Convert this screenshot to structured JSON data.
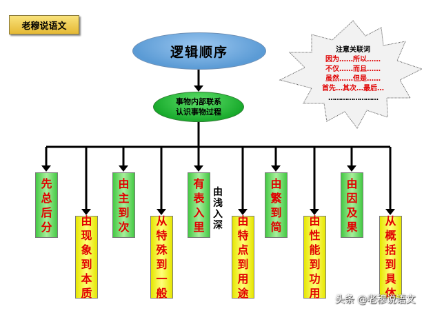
{
  "brand": "老穆说语文",
  "title": "逻辑顺序",
  "subtitle": [
    "事物内部联系",
    "认识事物过程"
  ],
  "note": {
    "heading": "注意关联词",
    "lines": [
      "因为……所以……",
      "不仅……而且……",
      "虽然……但是……",
      "首先…其次…最后…"
    ],
    "blank": "……………………"
  },
  "branches": [
    {
      "text": "先总后分",
      "color": "green"
    },
    {
      "text": "由现象到本质",
      "color": "yellow"
    },
    {
      "text": "由主到次",
      "color": "green"
    },
    {
      "text": "从特殊到一般",
      "color": "yellow"
    },
    {
      "text": "有表入里",
      "color": "green"
    },
    {
      "text": "由特点到用途",
      "color": "yellow"
    },
    {
      "text": "由繁到简",
      "color": "green"
    },
    {
      "text": "由性能到功用",
      "color": "yellow"
    },
    {
      "text": "由因及果",
      "color": "green"
    },
    {
      "text": "从概括到具体",
      "color": "yellow"
    }
  ],
  "side_label": "由浅入深",
  "watermark": "头条 @老穆说语文"
}
